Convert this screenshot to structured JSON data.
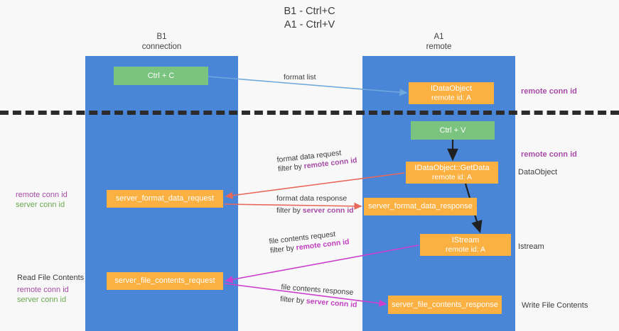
{
  "title": {
    "line1": "B1 - Ctrl+C",
    "line2": "A1 - Ctrl+V"
  },
  "lanes": [
    {
      "id": "b1",
      "name": "B1",
      "role": "connection",
      "color": "#4a86d8"
    },
    {
      "id": "a1",
      "name": "A1",
      "role": "remote",
      "color": "#4a86d8"
    }
  ],
  "nodes": {
    "ctrl_c": {
      "label": "Ctrl + C",
      "color": "#7ac47f"
    },
    "idataobject": {
      "label": "IDataObject",
      "sub": "remote id: A",
      "color": "#fbb042"
    },
    "ctrl_v": {
      "label": "Ctrl + V",
      "color": "#7ac47f"
    },
    "getdata": {
      "label": "IDataObject::GetData",
      "sub": "remote id: A",
      "color": "#fbb042"
    },
    "server_format_data_request": {
      "label": "server_format_data_request",
      "color": "#fbb042"
    },
    "server_format_data_response": {
      "label": "server_format_data_response",
      "color": "#fbb042"
    },
    "istream": {
      "label": "IStream",
      "sub": "remote id: A",
      "color": "#fbb042"
    },
    "server_file_contents_request": {
      "label": "server_file_contents_request",
      "color": "#fbb042"
    },
    "server_file_contents_response": {
      "label": "server_file_contents_response",
      "color": "#fbb042"
    }
  },
  "edge_labels": {
    "format_list": "format list",
    "format_data_request": "format data request",
    "format_data_request_filter_prefix": "filter by ",
    "format_data_request_filter_key": "remote conn id",
    "format_data_response": "format data response",
    "format_data_response_filter_prefix": "filter by ",
    "format_data_response_filter_key": "server conn id",
    "file_contents_request": "file contents request",
    "file_contents_request_filter_prefix": "filter by ",
    "file_contents_request_filter_key": "remote conn id",
    "file_contents_response": "file contents response",
    "file_contents_response_filter_prefix": "filter by ",
    "file_contents_response_filter_key": "server conn id"
  },
  "annotations": {
    "remote_conn_id_top": "remote conn id",
    "remote_conn_id_mid": "remote conn id",
    "dataobject": "DataObject",
    "istream": "Istream",
    "write_file_contents": "Write File Contents",
    "read_file_contents": "Read File Contents",
    "left_remote_conn_id_1": "remote conn id",
    "left_server_conn_id_1": "server conn id",
    "left_remote_conn_id_2": "remote conn id",
    "left_server_conn_id_2": "server conn id"
  },
  "colors": {
    "lane": "#4a86d8",
    "green_node": "#7ac47f",
    "orange_node": "#fbb042",
    "purple_text": "#a64ca6",
    "green_text": "#6aa84f",
    "magenta_text": "#c13fc1",
    "blue_arrow": "#6fa8dc",
    "red_arrow": "#e8695c",
    "magenta_arrow": "#cc3fcc",
    "black_arrow": "#202020",
    "divider": "#2b2b2b",
    "background": "#f8f8f8"
  }
}
